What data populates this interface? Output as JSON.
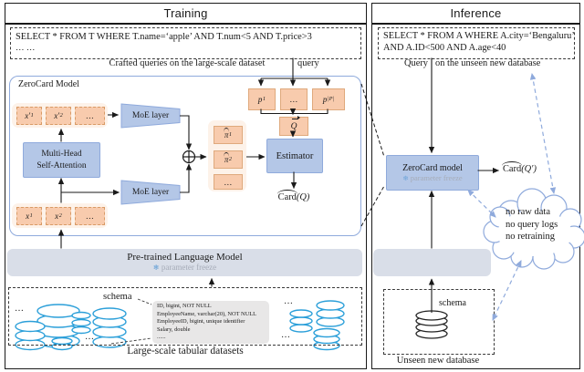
{
  "colors": {
    "accent_blue_fill": "#B4C7E7",
    "accent_blue_border": "#8FAADC",
    "accent_orange_fill": "#F8CBAD",
    "orange_container": "#FDF2E9",
    "gray_bar": "#D9DEE8",
    "schema_card_gray": "#E8E7E7",
    "database_blue": "#2B9FD9",
    "dashed_blue_arrow": "#8FAADC",
    "snowflake_blue": "#5B9BD5"
  },
  "training": {
    "header": "Training",
    "sql": {
      "line1": "SELECT * FROM T WHERE T.name=‘apple’ AND T.num<5 AND T.price>3",
      "line2": "… …"
    },
    "queries_caption": "Crafted queries on the large-scale dataset",
    "query_label": "query",
    "model": {
      "label": "ZeroCard Model",
      "top_tokens": [
        {
          "base": "x′",
          "sub": "1"
        },
        {
          "base": "x′",
          "sub": "2"
        },
        {
          "base": "…",
          "sub": ""
        }
      ],
      "bottom_tokens": [
        {
          "base": "x",
          "sub": "1"
        },
        {
          "base": "x",
          "sub": "2"
        },
        {
          "base": "…",
          "sub": ""
        }
      ],
      "moe_top_label": "MoE layer",
      "moe_bottom_label": "MoE layer",
      "attention_line1": "Multi-Head",
      "attention_line2": "Self-Attention",
      "pi_tokens": [
        {
          "base": "π",
          "sub": "1"
        },
        {
          "base": "π",
          "sub": "2"
        },
        {
          "base": "…",
          "sub": ""
        }
      ],
      "p_tokens": [
        {
          "base": "p",
          "sub": "1"
        },
        {
          "base": "…",
          "sub": ""
        },
        {
          "base": "p",
          "sub": "|P|"
        }
      ],
      "q_vector_label": "Q",
      "estimator_label": "Estimator",
      "output_fn": "Card",
      "output_arg": "(Q)"
    },
    "plm": {
      "label": "Pre-trained Language Model",
      "freeze_icon": "❄",
      "freeze_text": "parameter freeze"
    },
    "datasets": {
      "schema_label": "schema",
      "ellipsis": "…",
      "schema_card_lines": [
        "ID, bigint, NOT NULL",
        "EmployeeName, varchar(20), NOT NULL",
        "EmployeeID, bigint, unique identifier",
        "Salary, double",
        "......"
      ],
      "caption": "Large-scale tabular datasets"
    }
  },
  "inference": {
    "header": "Inference",
    "sql": {
      "line1": "SELECT * FROM A WHERE A.city=‘Bengaluru’",
      "line2": "AND A.ID<500 AND A.age<40"
    },
    "caption_left": "Query",
    "caption_right": "on the unseen new database",
    "model": {
      "label": "ZeroCard model",
      "freeze_icon": "❄",
      "freeze_text": "parameter freeze",
      "output_fn": "Card",
      "output_arg": "(Q′)"
    },
    "cloud_lines": [
      "no raw data",
      "no query logs",
      "no retraining"
    ],
    "db": {
      "schema_label": "schema",
      "caption": "Unseen new database"
    }
  }
}
